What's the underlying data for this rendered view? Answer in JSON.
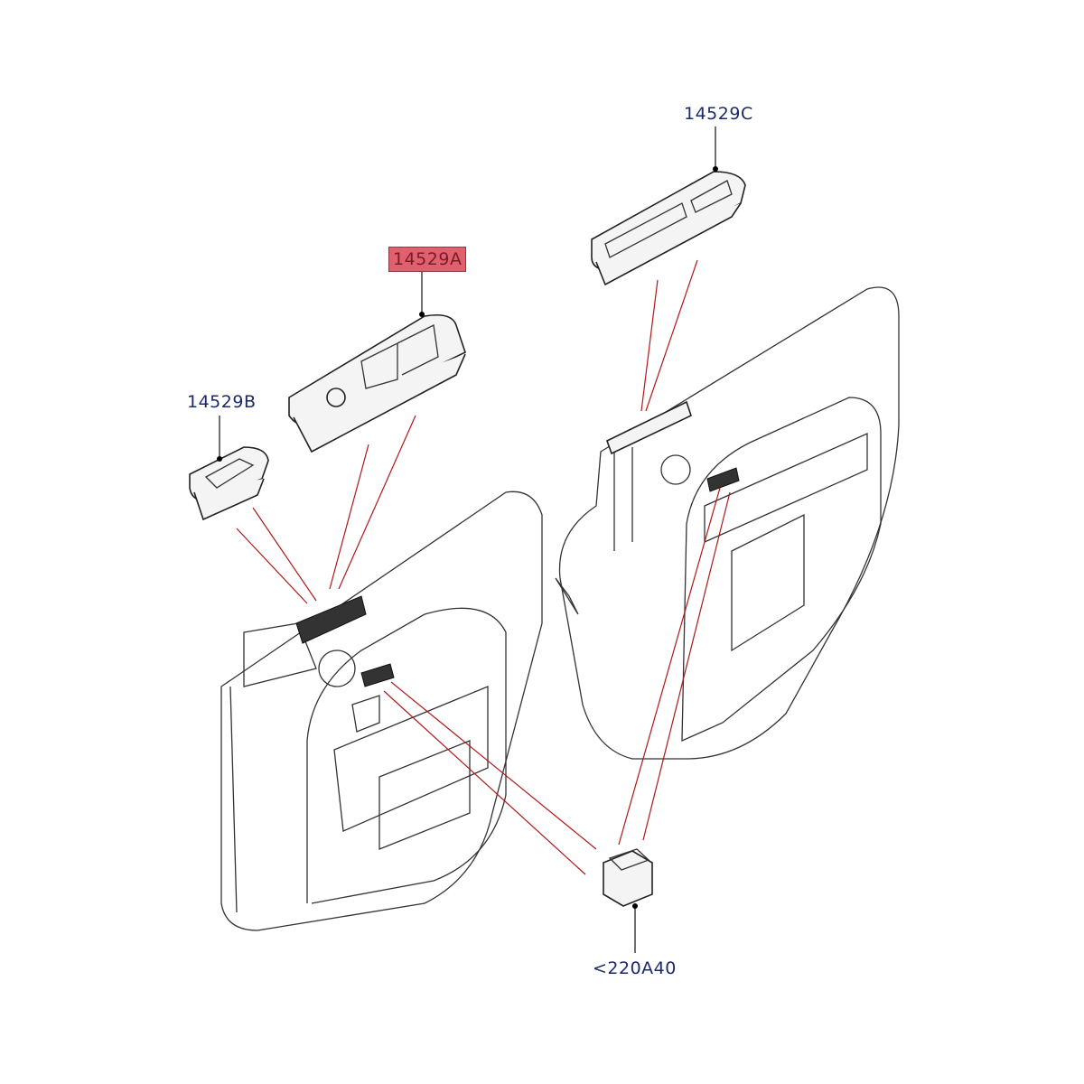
{
  "callouts": {
    "rear_switch_right": "14529C",
    "driver_switch_pack": "14529A",
    "passenger_switch": "14529B",
    "seat_switch_ref": "<220A40"
  },
  "colors": {
    "highlight": "#e0606e",
    "label_text": "#1c2a6b",
    "leader_red": "#b01818"
  }
}
